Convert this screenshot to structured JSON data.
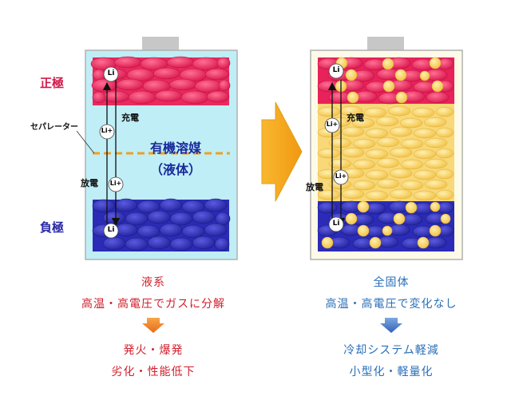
{
  "left_battery": {
    "positive_label": "正極",
    "negative_label": "負極",
    "separator_label": "セパレーター",
    "electrolyte_line1": "有機溶媒",
    "electrolyte_line2": "（液体）",
    "charge_label": "充電",
    "discharge_label": "放電",
    "ion_top": "Li",
    "ion_mid1": "Li+",
    "ion_mid2": "Li+",
    "ion_bottom": "Li"
  },
  "right_battery": {
    "charge_label": "充電",
    "discharge_label": "放電",
    "ion_top": "Li",
    "ion_mid1": "Li+",
    "ion_mid2": "Li+",
    "ion_bottom": "Li"
  },
  "left_caption": {
    "type": "液系",
    "condition": "高温・高電圧でガスに分解",
    "result1": "発火・爆発",
    "result2": "劣化・性能低下"
  },
  "right_caption": {
    "type": "全固体",
    "condition": "高温・高電圧で変化なし",
    "result1": "冷却システム軽減",
    "result2": "小型化・軽量化"
  },
  "colors": {
    "cathode": "#e8225a",
    "anode": "#2b2bb8",
    "electrolyte_liquid": "#bfeef6",
    "solid_electrolyte": "#f8d878",
    "separator": "#f0a020",
    "arrow_fill": "#f4a418",
    "left_text": "#d01f2c",
    "right_text": "#2a6fb8"
  }
}
